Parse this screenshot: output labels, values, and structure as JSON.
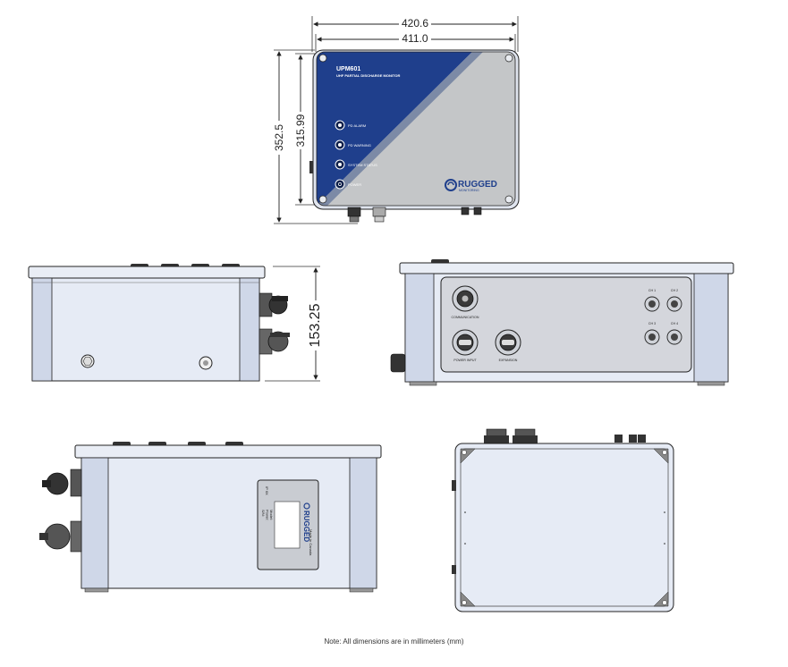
{
  "dimensions": {
    "overall_width": "420.6",
    "body_width": "411.0",
    "overall_height": "352.5",
    "body_height": "315.99",
    "depth": "153.25"
  },
  "front_panel": {
    "model": "UPM601",
    "subtitle": "UHF PARTIAL DISCHARGE MONITOR",
    "indicators": [
      "PD ALARM",
      "PD WARNING",
      "SYSTEM STATUS",
      "POWER"
    ],
    "brand": "RUGGED",
    "brand_sub": "MONITORING"
  },
  "connector_panel": {
    "communication": "COMMUNICATION",
    "power_input": "POWER INPUT",
    "expansion": "EXPANSION",
    "channels": [
      "CH 1",
      "CH 2",
      "CH 3",
      "CH 4"
    ]
  },
  "label_plate": {
    "lines": [
      "Model:",
      "Power:",
      "S/N:",
      "IP 6X"
    ],
    "brand": "RUGGED",
    "made_in": "Made in Canada"
  },
  "colors": {
    "front_blue": "#1f3f8c",
    "front_grey": "#c4c6c8",
    "housing": "#e6ebf5",
    "housing_dark": "#cfd7e8",
    "line": "#222222"
  },
  "note": "Note: All dimensions are in millimeters (mm)"
}
